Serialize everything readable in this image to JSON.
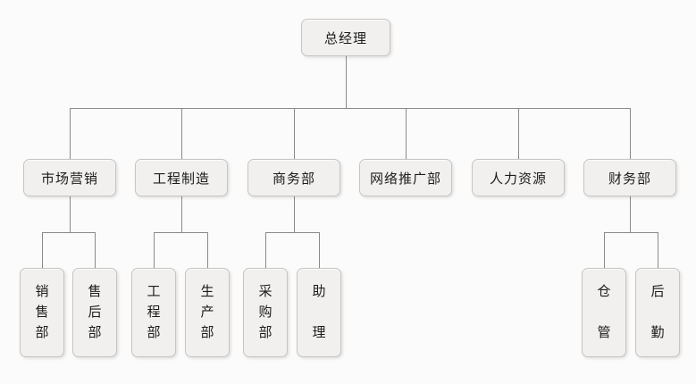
{
  "colors": {
    "background": "#fbfbfb",
    "node_fill": "#f1f0ef",
    "node_border": "#c6c5c4",
    "connector": "#8a8a8a",
    "text": "#1c1c1c"
  },
  "nodes": {
    "gm": {
      "label": "总经理"
    },
    "marketing": {
      "label": "市场营销"
    },
    "engineering": {
      "label": "工程制造"
    },
    "business": {
      "label": "商务部"
    },
    "promotion": {
      "label": "网络推广部"
    },
    "hr": {
      "label": "人力资源"
    },
    "finance": {
      "label": "财务部"
    },
    "sales": {
      "label": "销售部"
    },
    "after_sales": {
      "label": "售后部"
    },
    "engineering_dept": {
      "label": "工程部"
    },
    "production": {
      "label": "生产部"
    },
    "purchasing": {
      "label": "采购部"
    },
    "assistant": {
      "label": "助理"
    },
    "warehouse": {
      "label": "仓管"
    },
    "logistics": {
      "label": "后勤"
    }
  },
  "edges": [
    [
      "总经理",
      "市场营销"
    ],
    [
      "总经理",
      "工程制造"
    ],
    [
      "总经理",
      "商务部"
    ],
    [
      "总经理",
      "网络推广部"
    ],
    [
      "总经理",
      "人力资源"
    ],
    [
      "总经理",
      "财务部"
    ],
    [
      "市场营销",
      "销售部"
    ],
    [
      "市场营销",
      "售后部"
    ],
    [
      "工程制造",
      "工程部"
    ],
    [
      "工程制造",
      "生产部"
    ],
    [
      "商务部",
      "采购部"
    ],
    [
      "商务部",
      "助理"
    ],
    [
      "财务部",
      "仓管"
    ],
    [
      "财务部",
      "后勤"
    ]
  ]
}
